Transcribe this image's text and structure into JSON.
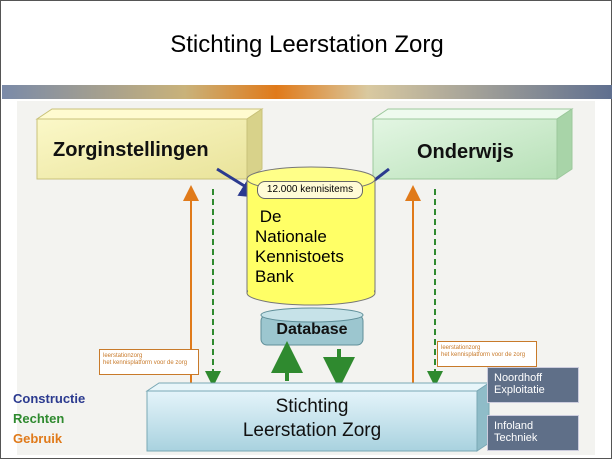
{
  "title": "Stichting Leerstation Zorg",
  "nodes": {
    "left_box": "Zorginstellingen",
    "right_box": "Onderwijs",
    "cylinder_badge": "12.000 kennisitems",
    "cylinder_text": " De\nNationale\nKennistoets\nBank",
    "database": "Database",
    "bottom_box": "Stichting\nLeerstation Zorg"
  },
  "legend": {
    "construction": "Constructie",
    "rights": "Rechten",
    "use": "Gebruik"
  },
  "notes": {
    "note1": "Noordhoff\nExploitatie",
    "note2": "Infoland\nTechniek"
  },
  "logos": {
    "left": "leerstationzorg\nhet kennisplatform voor de zorg",
    "right": "leerstationzorg\nhet kennisplatform voor de zorg"
  },
  "colors": {
    "construction": "#2b3a8f",
    "rights": "#2f8a2f",
    "use": "#e07a1a",
    "cylinder": "#ffff66",
    "left_box": "#f6f3b0",
    "right_box": "#cdeccd",
    "bottom_box": "#c8e6ef"
  }
}
